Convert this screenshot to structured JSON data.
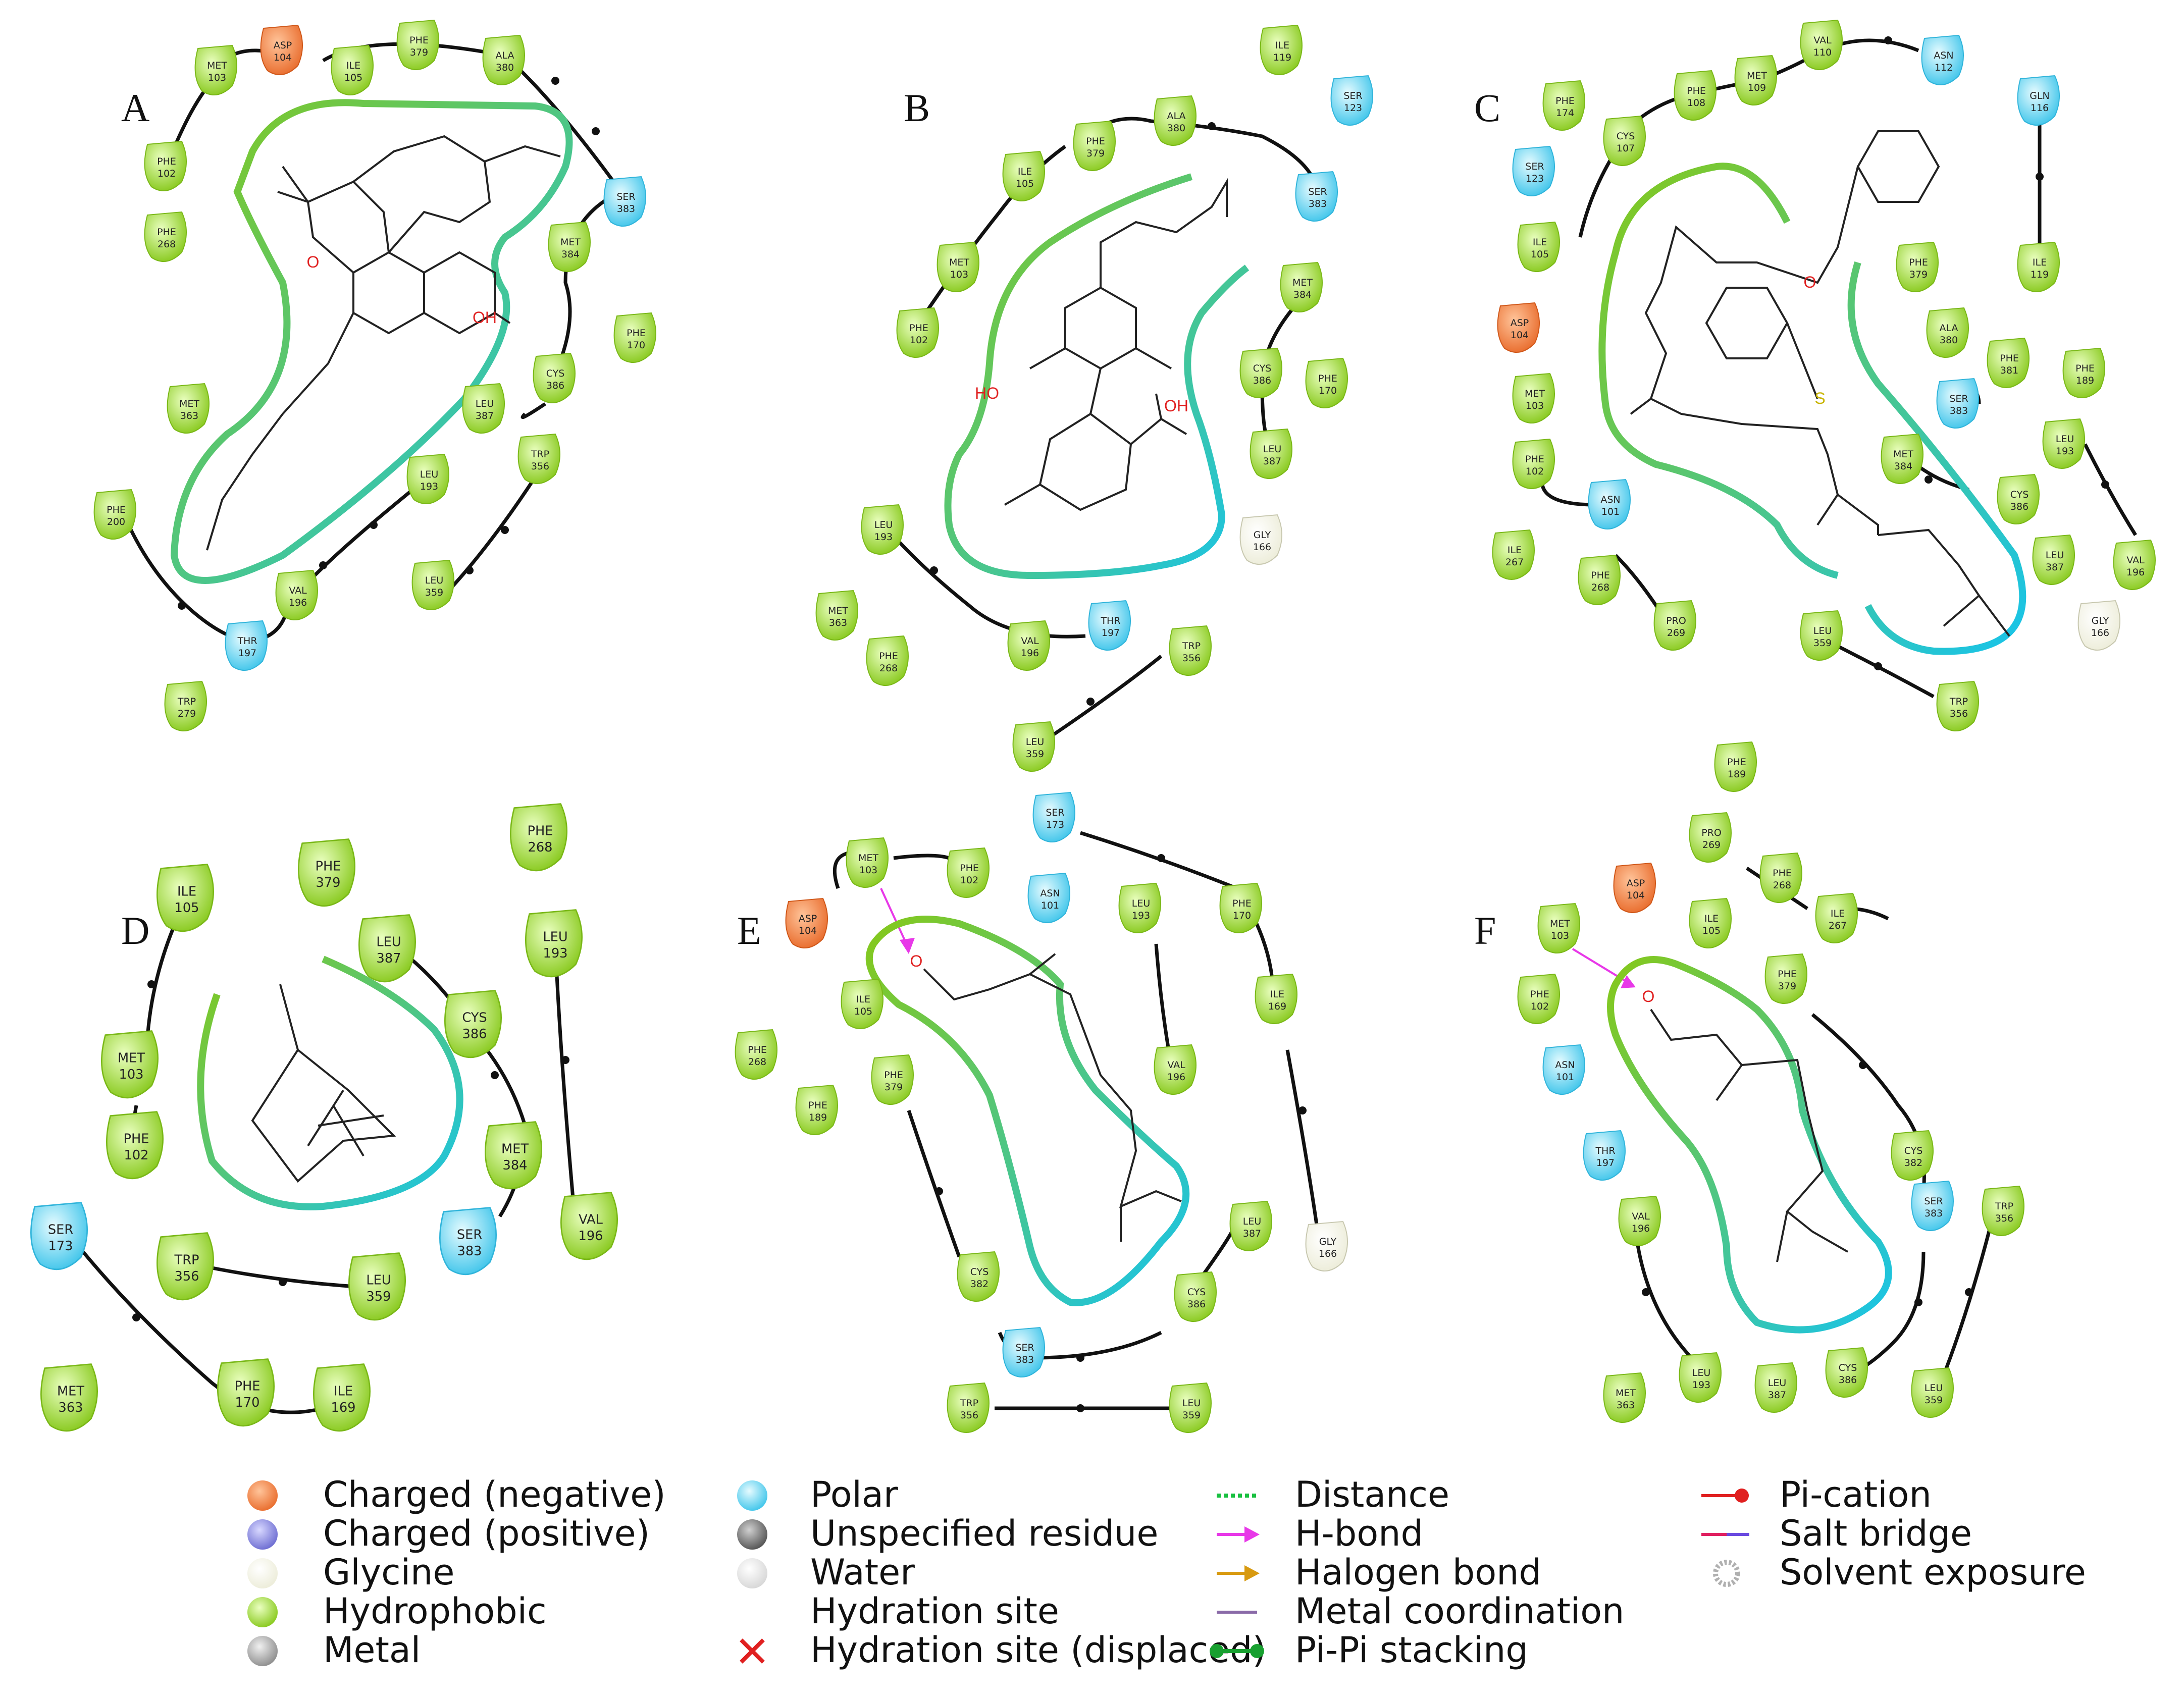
{
  "colors": {
    "charged_negative": "#f07a3a",
    "charged_positive": "#7a7ad8",
    "glycine": "#f6f6ea",
    "hydrophobic": "#9fd42a",
    "metal": "#9a9a9a",
    "polar": "#5fd2ef",
    "unspecified": "#6a6a6a",
    "water": "#e6e6e6",
    "hbond_arrow": "#e838e8",
    "pocket_green": "#86c81a",
    "pocket_cyan": "#18c4ea",
    "oxygen": "#e02020",
    "sulfur": "#c8b400"
  },
  "panels": [
    {
      "letter": "A",
      "atoms": [
        {
          "label": "O",
          "color": "#e02020"
        },
        {
          "label": "OH",
          "color": "#e02020"
        }
      ],
      "residues": [
        {
          "name": "ASP",
          "num": "104",
          "type": "neg"
        },
        {
          "name": "ILE",
          "num": "105",
          "type": "hyd"
        },
        {
          "name": "PHE",
          "num": "379",
          "type": "hyd"
        },
        {
          "name": "ALA",
          "num": "380",
          "type": "hyd"
        },
        {
          "name": "MET",
          "num": "103",
          "type": "hyd"
        },
        {
          "name": "PHE",
          "num": "102",
          "type": "hyd"
        },
        {
          "name": "SER",
          "num": "383",
          "type": "pol"
        },
        {
          "name": "PHE",
          "num": "268",
          "type": "hyd"
        },
        {
          "name": "MET",
          "num": "384",
          "type": "hyd"
        },
        {
          "name": "PHE",
          "num": "170",
          "type": "hyd"
        },
        {
          "name": "CYS",
          "num": "386",
          "type": "hyd"
        },
        {
          "name": "MET",
          "num": "363",
          "type": "hyd"
        },
        {
          "name": "LEU",
          "num": "387",
          "type": "hyd"
        },
        {
          "name": "TRP",
          "num": "356",
          "type": "hyd"
        },
        {
          "name": "LEU",
          "num": "193",
          "type": "hyd"
        },
        {
          "name": "PHE",
          "num": "200",
          "type": "hyd"
        },
        {
          "name": "LEU",
          "num": "359",
          "type": "hyd"
        },
        {
          "name": "VAL",
          "num": "196",
          "type": "hyd"
        },
        {
          "name": "THR",
          "num": "197",
          "type": "pol"
        },
        {
          "name": "TRP",
          "num": "279",
          "type": "hyd"
        }
      ]
    },
    {
      "letter": "B",
      "atoms": [
        {
          "label": "HO",
          "color": "#e02020"
        },
        {
          "label": "OH",
          "color": "#e02020"
        }
      ],
      "residues": [
        {
          "name": "ILE",
          "num": "119",
          "type": "hyd"
        },
        {
          "name": "SER",
          "num": "123",
          "type": "pol"
        },
        {
          "name": "ALA",
          "num": "380",
          "type": "hyd"
        },
        {
          "name": "PHE",
          "num": "379",
          "type": "hyd"
        },
        {
          "name": "ILE",
          "num": "105",
          "type": "hyd"
        },
        {
          "name": "SER",
          "num": "383",
          "type": "pol"
        },
        {
          "name": "MET",
          "num": "103",
          "type": "hyd"
        },
        {
          "name": "MET",
          "num": "384",
          "type": "hyd"
        },
        {
          "name": "PHE",
          "num": "102",
          "type": "hyd"
        },
        {
          "name": "CYS",
          "num": "386",
          "type": "hyd"
        },
        {
          "name": "PHE",
          "num": "170",
          "type": "hyd"
        },
        {
          "name": "LEU",
          "num": "387",
          "type": "hyd"
        },
        {
          "name": "GLY",
          "num": "166",
          "type": "gly"
        },
        {
          "name": "LEU",
          "num": "193",
          "type": "hyd"
        },
        {
          "name": "MET",
          "num": "363",
          "type": "hyd"
        },
        {
          "name": "VAL",
          "num": "196",
          "type": "hyd"
        },
        {
          "name": "THR",
          "num": "197",
          "type": "pol"
        },
        {
          "name": "PHE",
          "num": "268",
          "type": "hyd"
        },
        {
          "name": "TRP",
          "num": "356",
          "type": "hyd"
        },
        {
          "name": "LEU",
          "num": "359",
          "type": "hyd"
        }
      ]
    },
    {
      "letter": "C",
      "atoms": [
        {
          "label": "O",
          "color": "#e02020"
        },
        {
          "label": "S",
          "color": "#c8b400"
        }
      ],
      "residues": [
        {
          "name": "VAL",
          "num": "110",
          "type": "hyd"
        },
        {
          "name": "ASN",
          "num": "112",
          "type": "pol"
        },
        {
          "name": "MET",
          "num": "109",
          "type": "hyd"
        },
        {
          "name": "PHE",
          "num": "108",
          "type": "hyd"
        },
        {
          "name": "GLN",
          "num": "116",
          "type": "pol"
        },
        {
          "name": "PHE",
          "num": "174",
          "type": "hyd"
        },
        {
          "name": "CYS",
          "num": "107",
          "type": "hyd"
        },
        {
          "name": "SER",
          "num": "123",
          "type": "pol"
        },
        {
          "name": "ILE",
          "num": "105",
          "type": "hyd"
        },
        {
          "name": "ILE",
          "num": "119",
          "type": "hyd"
        },
        {
          "name": "PHE",
          "num": "379",
          "type": "hyd"
        },
        {
          "name": "ASP",
          "num": "104",
          "type": "neg"
        },
        {
          "name": "ALA",
          "num": "380",
          "type": "hyd"
        },
        {
          "name": "PHE",
          "num": "381",
          "type": "hyd"
        },
        {
          "name": "PHE",
          "num": "189",
          "type": "hyd"
        },
        {
          "name": "MET",
          "num": "103",
          "type": "hyd"
        },
        {
          "name": "SER",
          "num": "383",
          "type": "pol"
        },
        {
          "name": "LEU",
          "num": "193",
          "type": "hyd"
        },
        {
          "name": "PHE",
          "num": "102",
          "type": "hyd"
        },
        {
          "name": "MET",
          "num": "384",
          "type": "hyd"
        },
        {
          "name": "ASN",
          "num": "101",
          "type": "pol"
        },
        {
          "name": "CYS",
          "num": "386",
          "type": "hyd"
        },
        {
          "name": "LEU",
          "num": "387",
          "type": "hyd"
        },
        {
          "name": "VAL",
          "num": "196",
          "type": "hyd"
        },
        {
          "name": "ILE",
          "num": "267",
          "type": "hyd"
        },
        {
          "name": "PHE",
          "num": "268",
          "type": "hyd"
        },
        {
          "name": "PRO",
          "num": "269",
          "type": "hyd"
        },
        {
          "name": "GLY",
          "num": "166",
          "type": "gly"
        },
        {
          "name": "LEU",
          "num": "359",
          "type": "hyd"
        },
        {
          "name": "TRP",
          "num": "356",
          "type": "hyd"
        }
      ]
    },
    {
      "letter": "D",
      "atoms": [],
      "residues": [
        {
          "name": "PHE",
          "num": "268",
          "type": "hyd"
        },
        {
          "name": "ILE",
          "num": "105",
          "type": "hyd"
        },
        {
          "name": "PHE",
          "num": "379",
          "type": "hyd"
        },
        {
          "name": "LEU",
          "num": "387",
          "type": "hyd"
        },
        {
          "name": "LEU",
          "num": "193",
          "type": "hyd"
        },
        {
          "name": "CYS",
          "num": "386",
          "type": "hyd"
        },
        {
          "name": "MET",
          "num": "103",
          "type": "hyd"
        },
        {
          "name": "MET",
          "num": "384",
          "type": "hyd"
        },
        {
          "name": "PHE",
          "num": "102",
          "type": "hyd"
        },
        {
          "name": "VAL",
          "num": "196",
          "type": "hyd"
        },
        {
          "name": "SER",
          "num": "173",
          "type": "pol"
        },
        {
          "name": "TRP",
          "num": "356",
          "type": "hyd"
        },
        {
          "name": "SER",
          "num": "383",
          "type": "pol"
        },
        {
          "name": "LEU",
          "num": "359",
          "type": "hyd"
        },
        {
          "name": "MET",
          "num": "363",
          "type": "hyd"
        },
        {
          "name": "PHE",
          "num": "170",
          "type": "hyd"
        },
        {
          "name": "ILE",
          "num": "169",
          "type": "hyd"
        }
      ]
    },
    {
      "letter": "E",
      "atoms": [
        {
          "label": "O",
          "color": "#e02020"
        }
      ],
      "residues": [
        {
          "name": "SER",
          "num": "173",
          "type": "pol"
        },
        {
          "name": "MET",
          "num": "103",
          "type": "hyd"
        },
        {
          "name": "PHE",
          "num": "102",
          "type": "hyd"
        },
        {
          "name": "ASN",
          "num": "101",
          "type": "pol"
        },
        {
          "name": "LEU",
          "num": "193",
          "type": "hyd"
        },
        {
          "name": "PHE",
          "num": "170",
          "type": "hyd"
        },
        {
          "name": "ASP",
          "num": "104",
          "type": "neg"
        },
        {
          "name": "ILE",
          "num": "169",
          "type": "hyd"
        },
        {
          "name": "ILE",
          "num": "105",
          "type": "hyd"
        },
        {
          "name": "PHE",
          "num": "268",
          "type": "hyd"
        },
        {
          "name": "PHE",
          "num": "379",
          "type": "hyd"
        },
        {
          "name": "VAL",
          "num": "196",
          "type": "hyd"
        },
        {
          "name": "PHE",
          "num": "189",
          "type": "hyd"
        },
        {
          "name": "LEU",
          "num": "387",
          "type": "hyd"
        },
        {
          "name": "GLY",
          "num": "166",
          "type": "gly"
        },
        {
          "name": "CYS",
          "num": "382",
          "type": "hyd"
        },
        {
          "name": "CYS",
          "num": "386",
          "type": "hyd"
        },
        {
          "name": "SER",
          "num": "383",
          "type": "pol"
        },
        {
          "name": "TRP",
          "num": "356",
          "type": "hyd"
        },
        {
          "name": "LEU",
          "num": "359",
          "type": "hyd"
        }
      ]
    },
    {
      "letter": "F",
      "atoms": [
        {
          "label": "O",
          "color": "#e02020"
        }
      ],
      "residues": [
        {
          "name": "PHE",
          "num": "189",
          "type": "hyd"
        },
        {
          "name": "PRO",
          "num": "269",
          "type": "hyd"
        },
        {
          "name": "ASP",
          "num": "104",
          "type": "neg"
        },
        {
          "name": "PHE",
          "num": "268",
          "type": "hyd"
        },
        {
          "name": "MET",
          "num": "103",
          "type": "hyd"
        },
        {
          "name": "ILE",
          "num": "105",
          "type": "hyd"
        },
        {
          "name": "ILE",
          "num": "267",
          "type": "hyd"
        },
        {
          "name": "PHE",
          "num": "102",
          "type": "hyd"
        },
        {
          "name": "PHE",
          "num": "379",
          "type": "hyd"
        },
        {
          "name": "ASN",
          "num": "101",
          "type": "pol"
        },
        {
          "name": "THR",
          "num": "197",
          "type": "pol"
        },
        {
          "name": "CYS",
          "num": "382",
          "type": "hyd"
        },
        {
          "name": "VAL",
          "num": "196",
          "type": "hyd"
        },
        {
          "name": "SER",
          "num": "383",
          "type": "pol"
        },
        {
          "name": "TRP",
          "num": "356",
          "type": "hyd"
        },
        {
          "name": "CYS",
          "num": "386",
          "type": "hyd"
        },
        {
          "name": "MET",
          "num": "363",
          "type": "hyd"
        },
        {
          "name": "LEU",
          "num": "193",
          "type": "hyd"
        },
        {
          "name": "LEU",
          "num": "387",
          "type": "hyd"
        },
        {
          "name": "LEU",
          "num": "359",
          "type": "hyd"
        }
      ]
    }
  ],
  "legend": {
    "residue_types": [
      {
        "label": "Charged (negative)",
        "icon": "sphere-orange"
      },
      {
        "label": "Charged (positive)",
        "icon": "sphere-blue"
      },
      {
        "label": "Glycine",
        "icon": "sphere-cream"
      },
      {
        "label": "Hydrophobic",
        "icon": "sphere-green"
      },
      {
        "label": "Metal",
        "icon": "sphere-gray"
      }
    ],
    "other_types": [
      {
        "label": "Polar",
        "icon": "sphere-cyan"
      },
      {
        "label": "Unspecified residue",
        "icon": "sphere-dark"
      },
      {
        "label": "Water",
        "icon": "sphere-white"
      },
      {
        "label": "Hydration site",
        "icon": "none"
      },
      {
        "label": "Hydration site (displaced)",
        "icon": "red-x"
      }
    ],
    "interactions_1": [
      {
        "label": "Distance",
        "icon": "dotted-green"
      },
      {
        "label": "H-bond",
        "icon": "arrow-magenta"
      },
      {
        "label": "Halogen bond",
        "icon": "arrow-orange"
      },
      {
        "label": "Metal coordination",
        "icon": "line-purple"
      },
      {
        "label": "Pi-Pi stacking",
        "icon": "dumbbell-green"
      }
    ],
    "interactions_2": [
      {
        "label": "Pi-cation",
        "icon": "line-red-dot"
      },
      {
        "label": "Salt bridge",
        "icon": "line-red-blue"
      },
      {
        "label": "Solvent exposure",
        "icon": "ring-gray"
      }
    ]
  }
}
